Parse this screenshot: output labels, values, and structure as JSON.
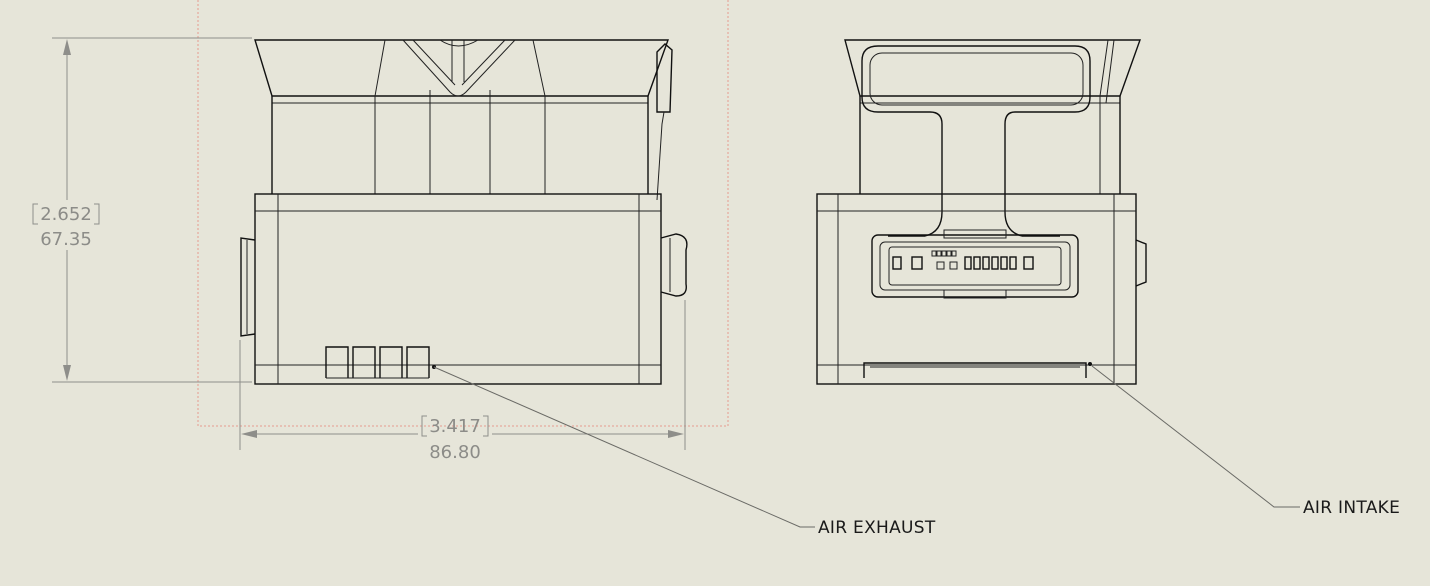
{
  "dimensions": {
    "height": {
      "inches": "2.652",
      "mm": "67.35"
    },
    "width": {
      "inches": "3.417",
      "mm": "86.80"
    }
  },
  "notes": {
    "exhaust": "AIR EXHAUST",
    "intake": "AIR INTAKE"
  },
  "views": [
    "side-view",
    "front-view"
  ],
  "colors": {
    "background": "#e6e5d9",
    "object_line": "#111111",
    "dimension_line": "#8e8e8a",
    "view_frame": "#e59a90"
  }
}
